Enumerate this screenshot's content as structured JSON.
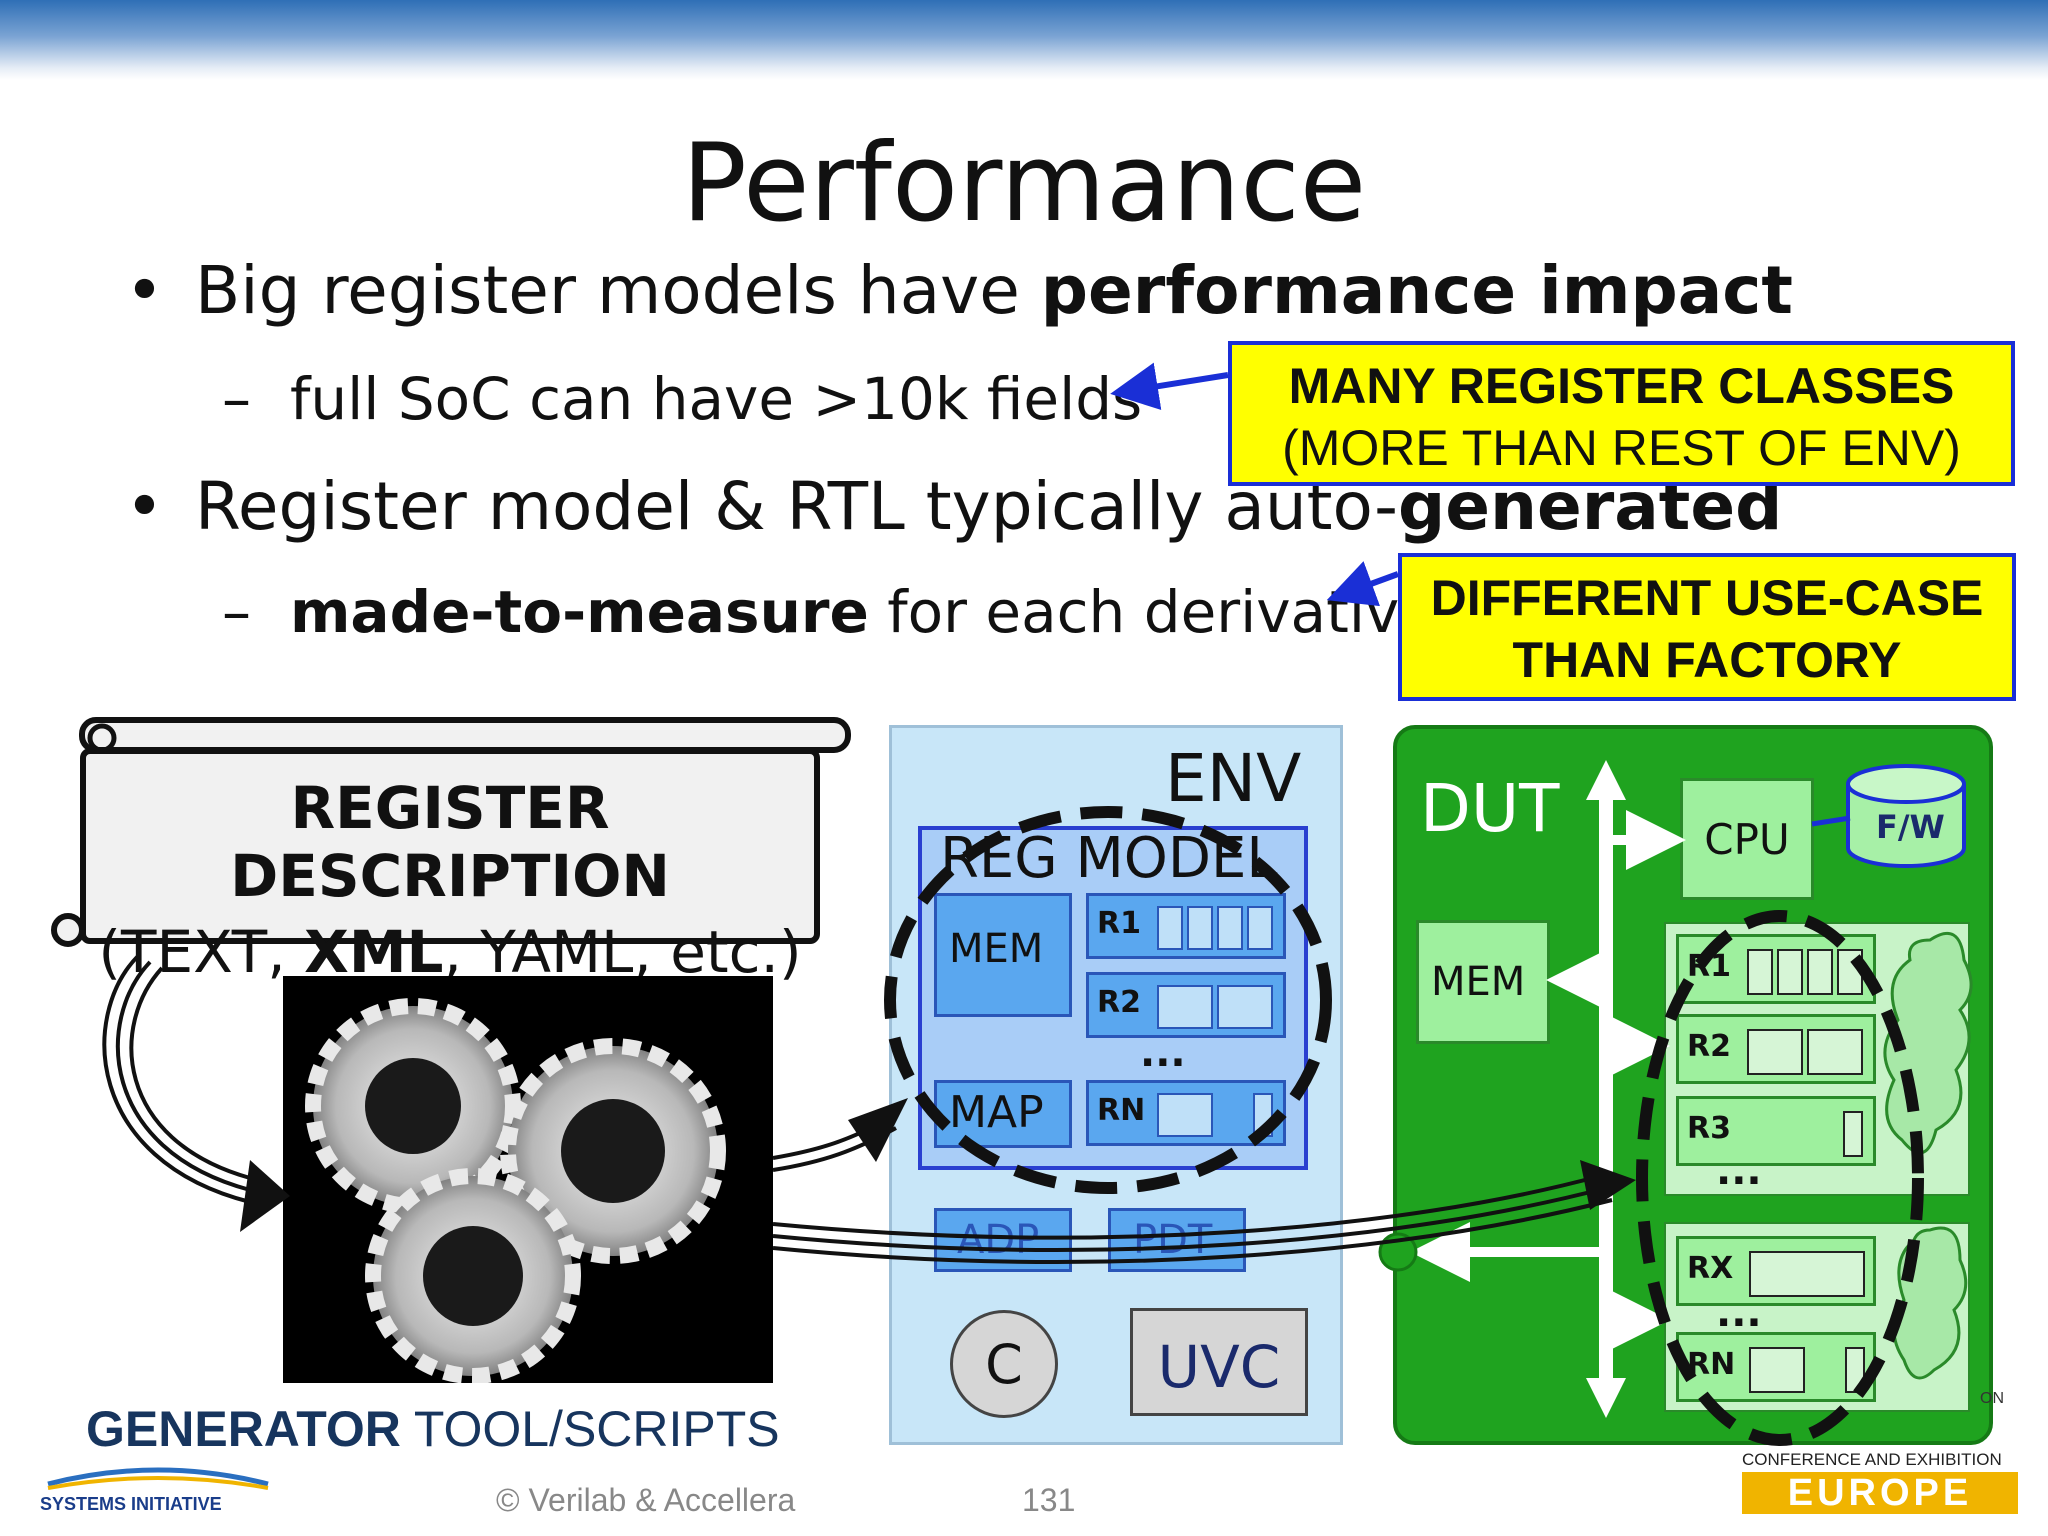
{
  "slide": {
    "title": "Performance",
    "page_number": "131",
    "copyright": "© Verilab & Accellera"
  },
  "bullets": {
    "b1_plain": "Big register models have ",
    "b1_bold": "performance impact",
    "s1": "full SoC can have >10k fields",
    "b2_plain": "Register model & RTL typically auto-",
    "b2_bold": "generated",
    "s2_bold": "made-to-measure",
    "s2_plain": " for each derivative"
  },
  "callouts": {
    "c1_line1": "MANY REGISTER CLASSES",
    "c1_line2": "(MORE THAN REST OF ENV)",
    "c2_line1": "DIFFERENT USE-CASE",
    "c2_line2": "THAN FACTORY"
  },
  "diagram": {
    "register_description": "REGISTER DESCRIPTION",
    "formats_a": "(TEXT, ",
    "formats_b": "XML",
    "formats_c": ", YAML, etc.)",
    "generator_bold": "GENERATOR",
    "generator_rest": " TOOL/SCRIPTS",
    "env": "ENV",
    "reg_model": "REG MODEL",
    "mem": "MEM",
    "map": "MAP",
    "r1": "R1",
    "r2": "R2",
    "rn": "RN",
    "dots": "...",
    "adp": "ADP",
    "pdt": "PDT",
    "c": "C",
    "uvc": "UVC",
    "dut": "DUT",
    "cpu": "CPU",
    "fw": "F/W",
    "dut_mem": "MEM",
    "dut_r1": "R1",
    "dut_r2": "R2",
    "dut_r3": "R3",
    "dut_rx": "RX",
    "dut_rn": "RN"
  },
  "logos": {
    "systems_initiative": "SYSTEMS INITIATIVE",
    "conference": "CONFERENCE AND EXHIBITION",
    "europe": "EUROPE",
    "on_fragment": "ON"
  },
  "colors": {
    "callout_fill": "#ffff00",
    "callout_border": "#1a2fd6",
    "env_fill": "#c8e6f8",
    "dut_fill": "#1fa31f"
  }
}
